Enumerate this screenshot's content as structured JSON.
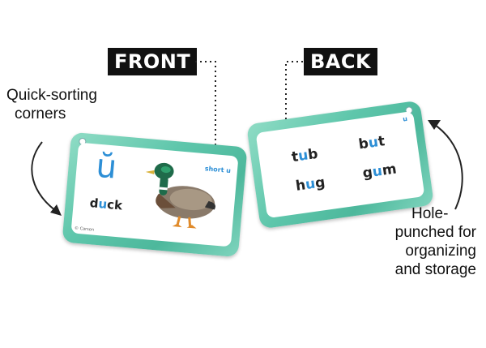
{
  "labels": {
    "front": "FRONT",
    "back": "BACK"
  },
  "notes": {
    "corners": [
      "Quick-sorting",
      "corners"
    ],
    "hole": [
      "Hole-",
      "punched for",
      "organizing",
      "and storage"
    ]
  },
  "front_card": {
    "vowel": "ŭ",
    "word_pre": "d",
    "word_vowel": "u",
    "word_post": "ck",
    "tag": "short u",
    "copyright": "© Carson"
  },
  "back_card": {
    "corner_mark": "u",
    "words": [
      {
        "pre": "t",
        "vowel": "u",
        "post": "b"
      },
      {
        "pre": "b",
        "vowel": "u",
        "post": "t"
      },
      {
        "pre": "h",
        "vowel": "u",
        "post": "g"
      },
      {
        "pre": "g",
        "vowel": "u",
        "post": "m"
      }
    ]
  },
  "colors": {
    "card_teal": "#5ec6ab",
    "vowel_blue": "#2d8fd6",
    "label_bg": "#111111"
  }
}
